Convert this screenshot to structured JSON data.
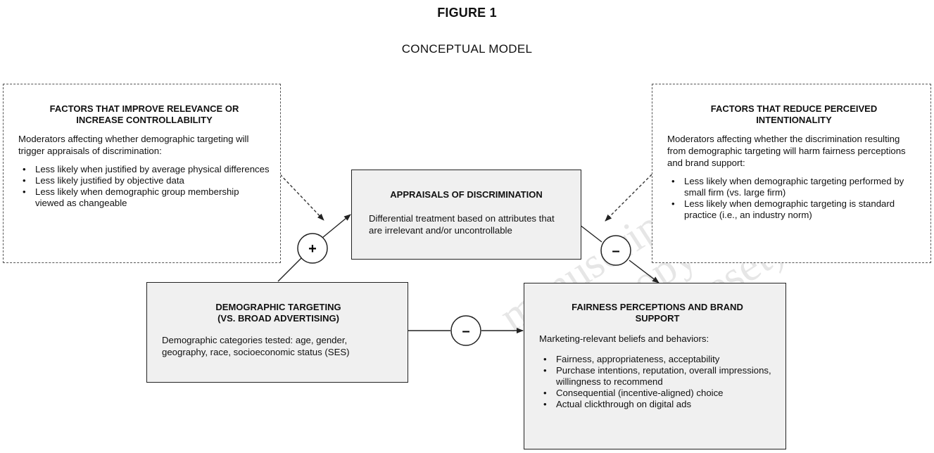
{
  "figure": {
    "title": "FIGURE 1",
    "subtitle": "CONCEPTUAL MODEL"
  },
  "left_moderators": {
    "title": "FACTORS THAT IMPROVE RELEVANCE OR INCREASE CONTROLLABILITY",
    "intro": "Moderators affecting whether demographic targeting will trigger appraisals of discrimination:",
    "bullets": [
      "Less likely when justified by average physical differences",
      "Less likely justified by objective data",
      "Less likely when demographic group membership viewed as changeable"
    ]
  },
  "right_moderators": {
    "title": "FACTORS THAT REDUCE PERCEIVED INTENTIONALITY",
    "intro": "Moderators affecting whether the discrimination resulting from demographic targeting will harm fairness perceptions and brand support:",
    "bullets": [
      "Less likely when demographic targeting performed by small firm (vs. large firm)",
      "Less likely when demographic targeting is standard practice (i.e., an industry norm)"
    ]
  },
  "appraisals": {
    "title": "APPRAISALS OF DISCRIMINATION",
    "body": "Differential treatment based on attributes that are irrelevant and/or uncontrollable"
  },
  "targeting": {
    "title_line1": "DEMOGRAPHIC TARGETING",
    "title_line2": "(VS. BROAD ADVERTISING)",
    "body": "Demographic categories tested: age, gender, geography, race, socioeconomic status (SES)"
  },
  "outcomes": {
    "title": "FAIRNESS PERCEPTIONS AND BRAND SUPPORT",
    "intro": "Marketing-relevant beliefs and behaviors:",
    "bullets": [
      "Fairness, appropriateness, acceptability",
      "Purchase intentions, reputation, overall impressions, willingness to recommend",
      "Consequential (incentive-aligned) choice",
      "Actual clickthrough on digital ads"
    ]
  },
  "signs": {
    "targeting_to_appraisals": "+",
    "appraisals_to_outcomes": "–",
    "targeting_to_outcomes": "–"
  },
  "watermark": {
    "line1": "manuscript",
    "line2": "(not copyedited",
    "line3": "or typeset)"
  },
  "colors": {
    "box_fill": "#f0f0f0",
    "line": "#222222",
    "dashed_border": "#555555"
  }
}
